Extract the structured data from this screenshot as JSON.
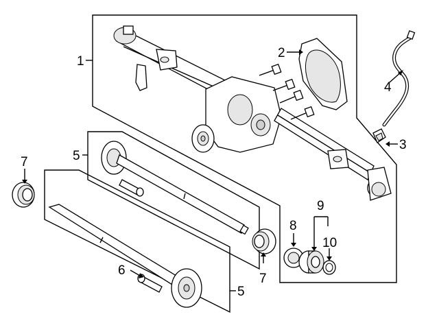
{
  "callouts": {
    "c1": "1",
    "c2": "2",
    "c3": "3",
    "c4": "4",
    "c5_upper": "5",
    "c5_lower": "5",
    "c6": "6",
    "c7_left": "7",
    "c7_right": "7",
    "c8": "8",
    "c9": "9",
    "c10": "10"
  }
}
